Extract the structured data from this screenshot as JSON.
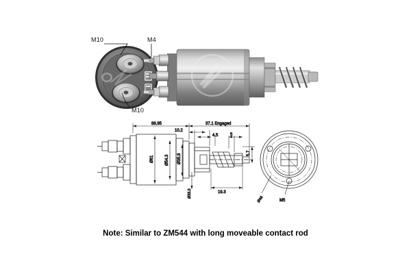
{
  "page": {
    "background_color": "#ffffff",
    "note": "Note: Similar to ZM544 with long moveable contact rod"
  },
  "photo": {
    "name": "starter-solenoid-photograph",
    "description": "Grayscale photo of starter solenoid: front terminal face view at left, side view of cylindrical body with plunger rod and spring at right",
    "watermark": "ZM",
    "callouts": [
      {
        "id": "m10-top",
        "label": "M10"
      },
      {
        "id": "m4",
        "label": "M4"
      },
      {
        "id": "m10-bottom",
        "label": "M10"
      }
    ]
  },
  "drawing": {
    "name": "dimensioned-engineering-drawing",
    "linear_dimensions": [
      {
        "id": "overall-length",
        "label": "88.95"
      },
      {
        "id": "engaged-length",
        "label": "37.1 Engaged"
      },
      {
        "id": "shoulder",
        "label": "10.2"
      },
      {
        "id": "step",
        "label": "4.5"
      },
      {
        "id": "collar",
        "label": "5"
      },
      {
        "id": "rod-height",
        "label": "5.7"
      },
      {
        "id": "spring-length",
        "label": "19.3"
      }
    ],
    "diameter_dimensions": [
      {
        "id": "body-dia",
        "label": "Ø61"
      },
      {
        "id": "flange-dia",
        "label": "Ø54.3"
      },
      {
        "id": "nose-dia",
        "label": "Ø35.9"
      },
      {
        "id": "pilot-dia",
        "label": "Ø33.3"
      }
    ],
    "end_view": {
      "name": "end-face-view",
      "bolt_circle": "Ø46",
      "thread": "M5"
    }
  },
  "colors": {
    "line": "#1a1a1a",
    "text": "#000000",
    "photo_dark": "#4a4a4a",
    "photo_mid": "#8c8c8c",
    "photo_light": "#d2d2d2"
  }
}
